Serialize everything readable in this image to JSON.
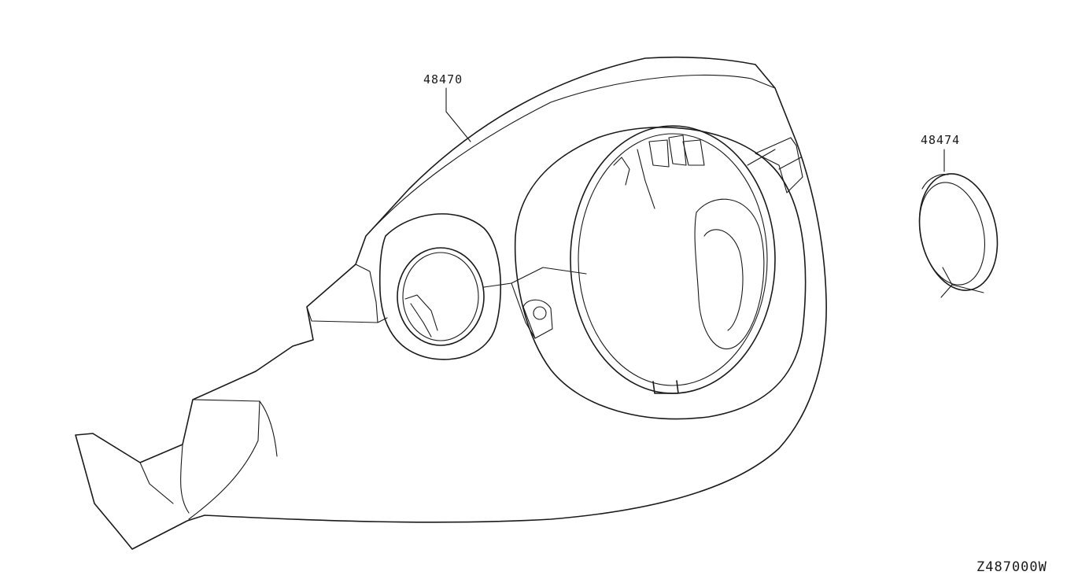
{
  "diagram": {
    "parts": [
      {
        "part_number": "48470"
      },
      {
        "part_number": "48474"
      }
    ],
    "drawing_code": "Z487000W",
    "colors": {
      "line": "#1a1a1a",
      "background": "#ffffff"
    }
  }
}
